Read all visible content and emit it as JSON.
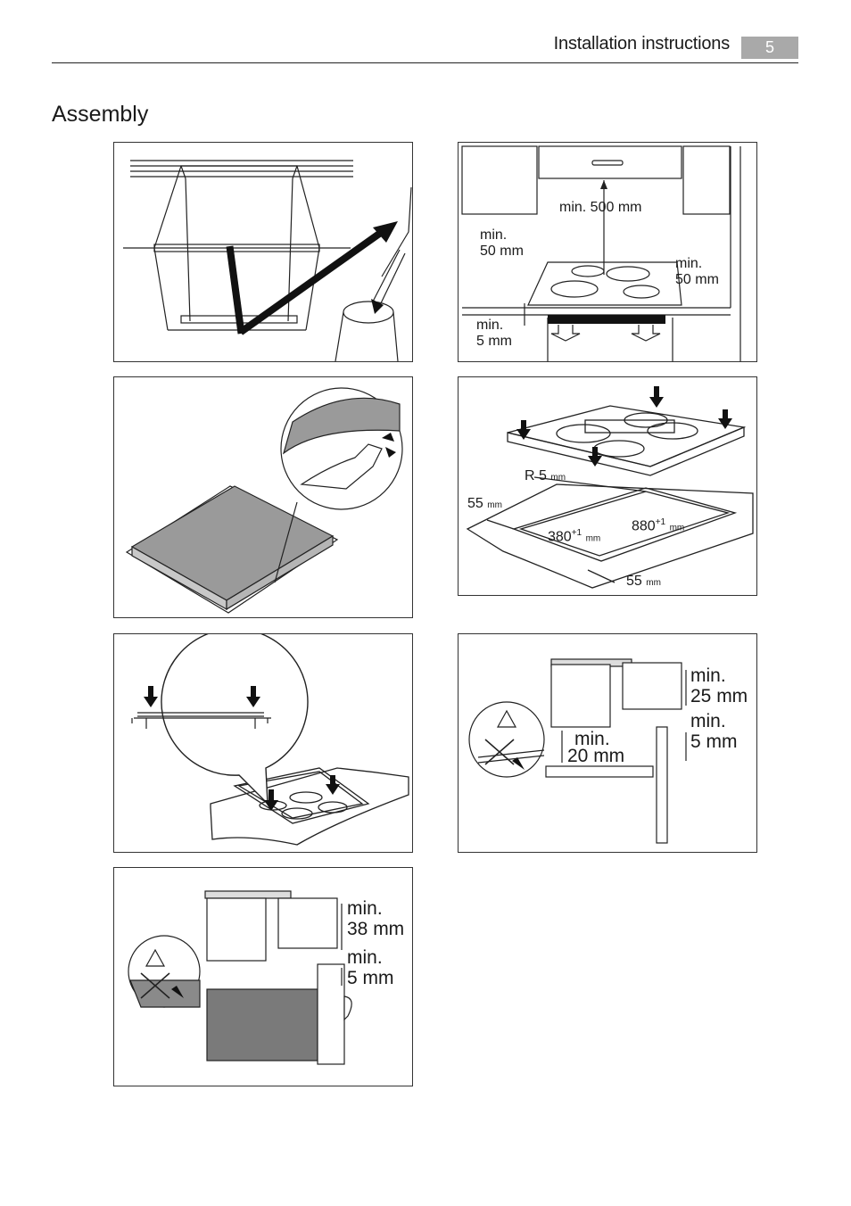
{
  "header": {
    "title": "Installation instructions",
    "page_number": "5"
  },
  "section": {
    "title": "Assembly"
  },
  "figures": {
    "clearances": {
      "top": "min. 500 mm",
      "left_a": "min.",
      "left_b": "50 mm",
      "right_a": "min.",
      "right_b": "50 mm",
      "bottom_a": "min.",
      "bottom_b": "5 mm"
    },
    "cutout": {
      "radius": "R 5",
      "radius_unit": "mm",
      "left_margin": "55",
      "left_unit": "mm",
      "depth": "380",
      "depth_tol": "+1",
      "depth_unit": "mm",
      "width": "880",
      "width_tol": "+1",
      "width_unit": "mm",
      "front_margin": "55",
      "front_unit": "mm"
    },
    "gap_panel": {
      "thick_a": "min.",
      "thick_b": "25 mm",
      "side_a": "min.",
      "side_b": "5 mm",
      "under_a": "min.",
      "under_b": "20 mm"
    },
    "oven_panel": {
      "thick_a": "min.",
      "thick_b": "38 mm",
      "gap_a": "min.",
      "gap_b": "5 mm"
    }
  }
}
